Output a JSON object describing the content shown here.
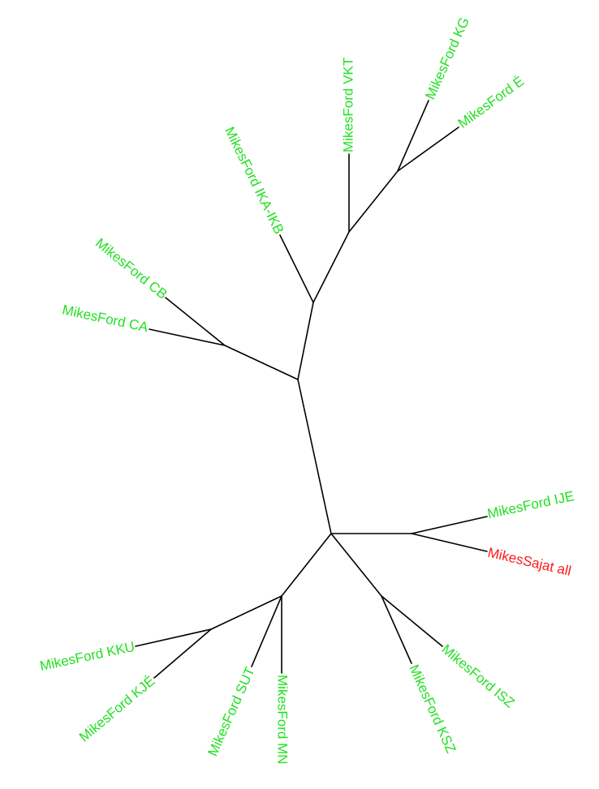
{
  "tree": {
    "type": "unrooted-phylogenetic-tree",
    "colors": {
      "branch": "#000000",
      "default_label": "#22e022",
      "highlight_label": "#ff1a1a"
    },
    "leaves": [
      {
        "id": "kg",
        "label": "MikesFord KG",
        "highlight": false
      },
      {
        "id": "e",
        "label": "MikesFord É",
        "highlight": false
      },
      {
        "id": "vkt",
        "label": "MikesFord VKT",
        "highlight": false
      },
      {
        "id": "ika",
        "label": "MikesFord IKA-IKB",
        "highlight": false
      },
      {
        "id": "cb",
        "label": "MikesFord CB",
        "highlight": false
      },
      {
        "id": "ca",
        "label": "MikesFord CA",
        "highlight": false
      },
      {
        "id": "ije",
        "label": "MikesFord IJE",
        "highlight": false
      },
      {
        "id": "sajat",
        "label": "MikesSajat all",
        "highlight": true
      },
      {
        "id": "isz",
        "label": "MikesFord ISZ",
        "highlight": false
      },
      {
        "id": "ksz",
        "label": "MikesFord KSZ",
        "highlight": false
      },
      {
        "id": "mn",
        "label": "MikesFord MN",
        "highlight": false
      },
      {
        "id": "sut",
        "label": "MikesFord SUT",
        "highlight": false
      },
      {
        "id": "kje",
        "label": "MikesFord KJÉ",
        "highlight": false
      },
      {
        "id": "kku",
        "label": "MikesFord KKU",
        "highlight": false
      }
    ]
  }
}
